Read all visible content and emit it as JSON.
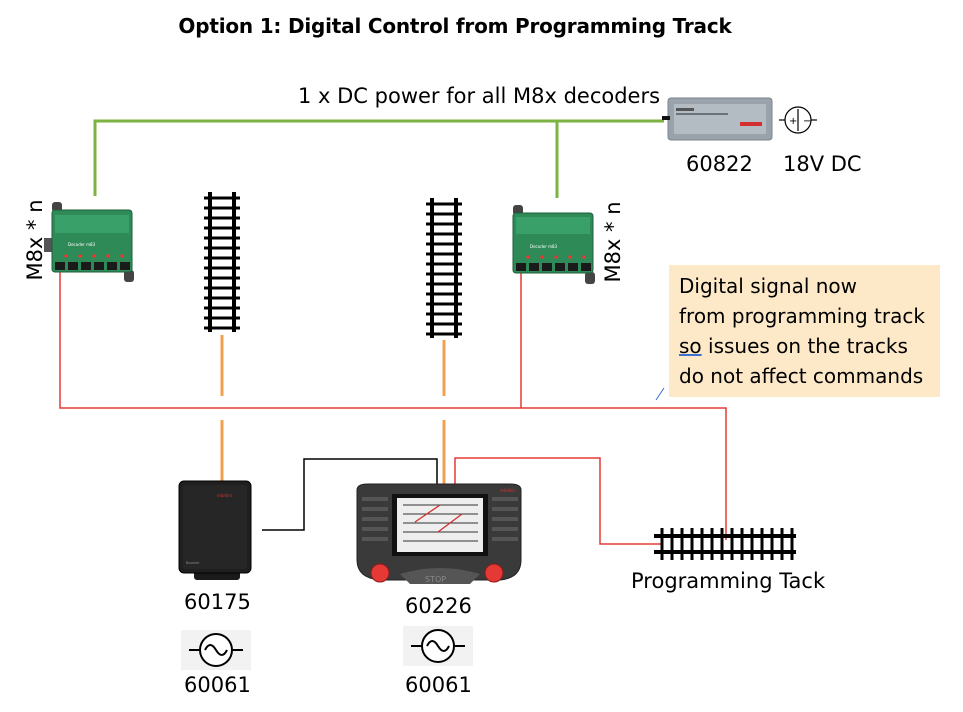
{
  "title": "Option 1: Digital Control from Programming Track",
  "power_label": "1 x DC power for all M8x decoders",
  "devices": {
    "power_supply": "60822",
    "power_voltage": "18V DC",
    "decoder_left": "M8x * n",
    "decoder_right": "M8x * n",
    "booster": "60175",
    "central_station": "60226",
    "transformer_left": "60061",
    "transformer_right": "60061",
    "programming_track": "Programming Tack"
  },
  "note": {
    "line1": "Digital signal now",
    "line2": "from programming track",
    "line3_underlined": "so",
    "line3_rest": " issues on the tracks",
    "line4": "do not affect commands"
  },
  "colors": {
    "power_wire": "#7cb342",
    "signal_wire": "#e53935",
    "track_feed": "#f0a050",
    "black_wire": "#000000",
    "note_bg": "#fde9c8"
  },
  "icons": [
    "decoder-module-icon",
    "track-icon",
    "power-supply-icon",
    "dc-symbol-icon",
    "ac-symbol-icon",
    "booster-icon",
    "central-station-icon"
  ]
}
